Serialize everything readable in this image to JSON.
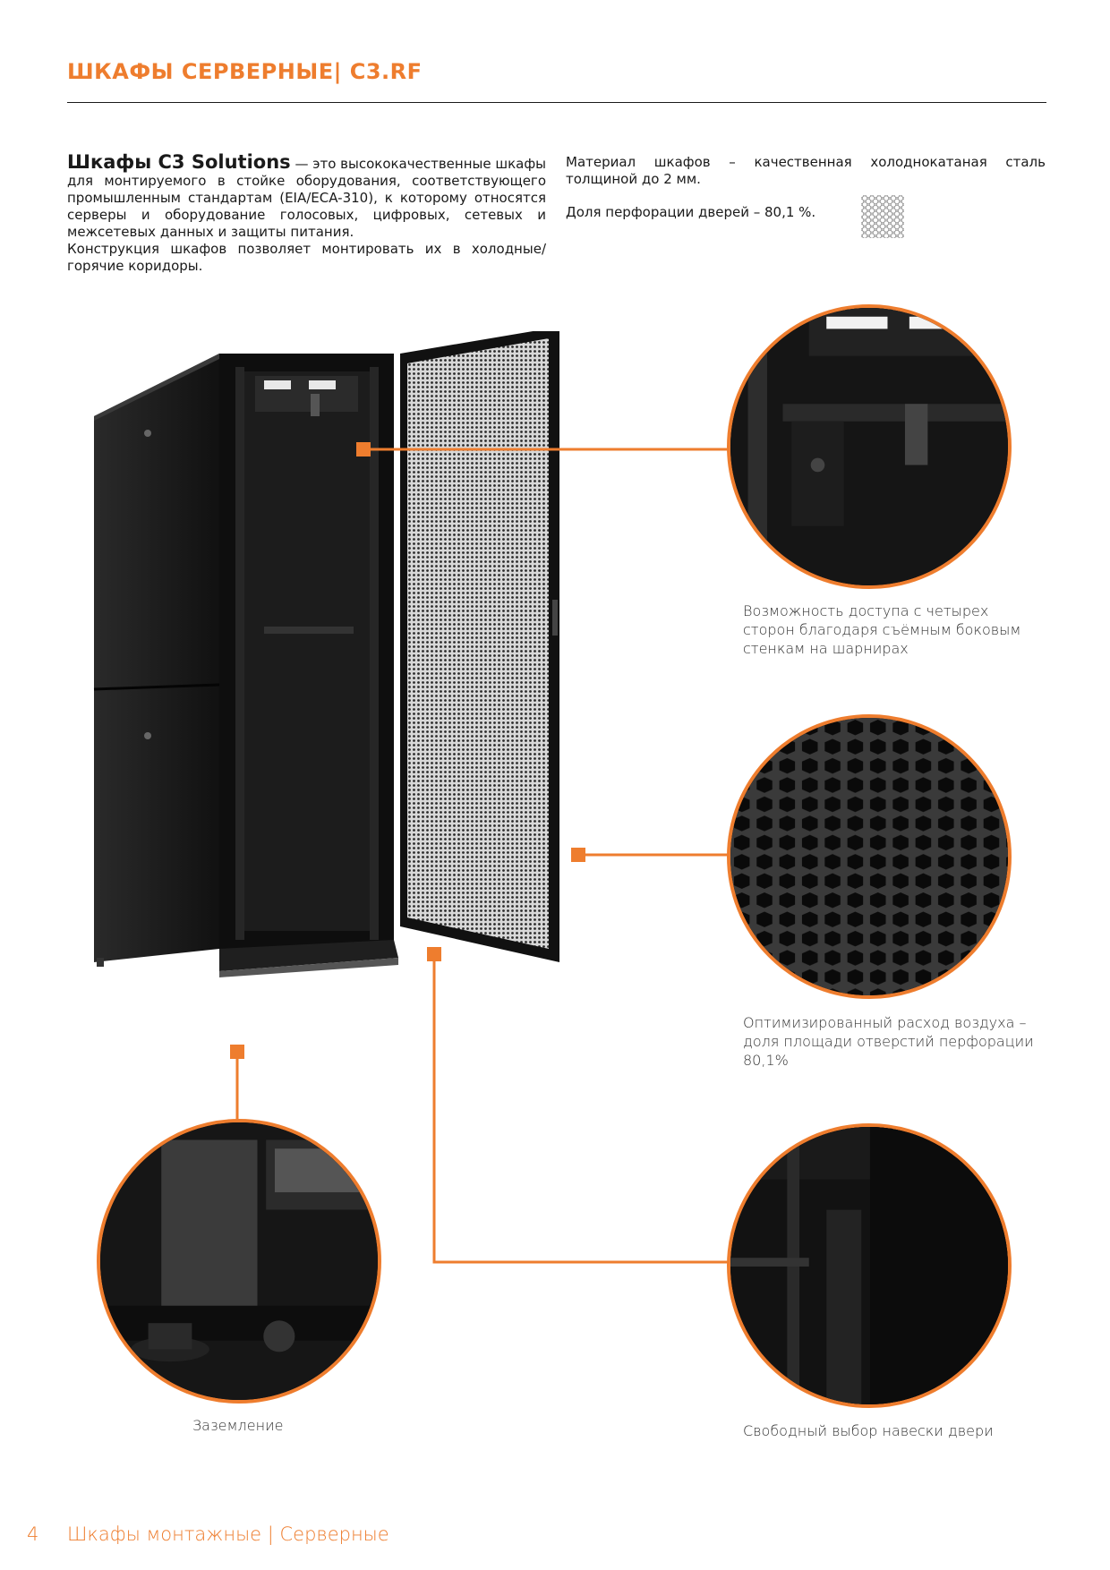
{
  "header": {
    "title": "ШКАФЫ СЕРВЕРНЫЕ| C3.RF"
  },
  "intro": {
    "lead": "Шкафы C3 Solutions",
    "left_rest": " — это высококачественные шкафы для монтируемого в стойке оборудования, соответствующего промышленным стандартам (EIA/ECA-310), к которому относятся серверы и оборудование голосовых, цифровых, сетевых и межсетевых данных и защиты питания.",
    "left_p2": "Конструкция шкафов позволяет монтировать их в холодные/горячие коридоры.",
    "material": "Материал шкафов – качественная холоднокатаная сталь толщиной до 2 мм.",
    "perforation": "Доля перфорации дверей – 80,1 %."
  },
  "captions": {
    "access": "Возможность доступа с четырех сторон благодаря съёмным боковым стенкам на шарнирах",
    "airflow": "Оптимизированный расход воздуха – доля площади отверстий перфорации 80,1%",
    "door": "Свободный выбор навески двери",
    "ground": "Заземление"
  },
  "footer": {
    "page_number": "4",
    "text": "Шкафы монтажные | Серверные"
  },
  "colors": {
    "accent": "#ee7d2e",
    "text": "#1a1a1a",
    "cabinet": "#141414"
  }
}
